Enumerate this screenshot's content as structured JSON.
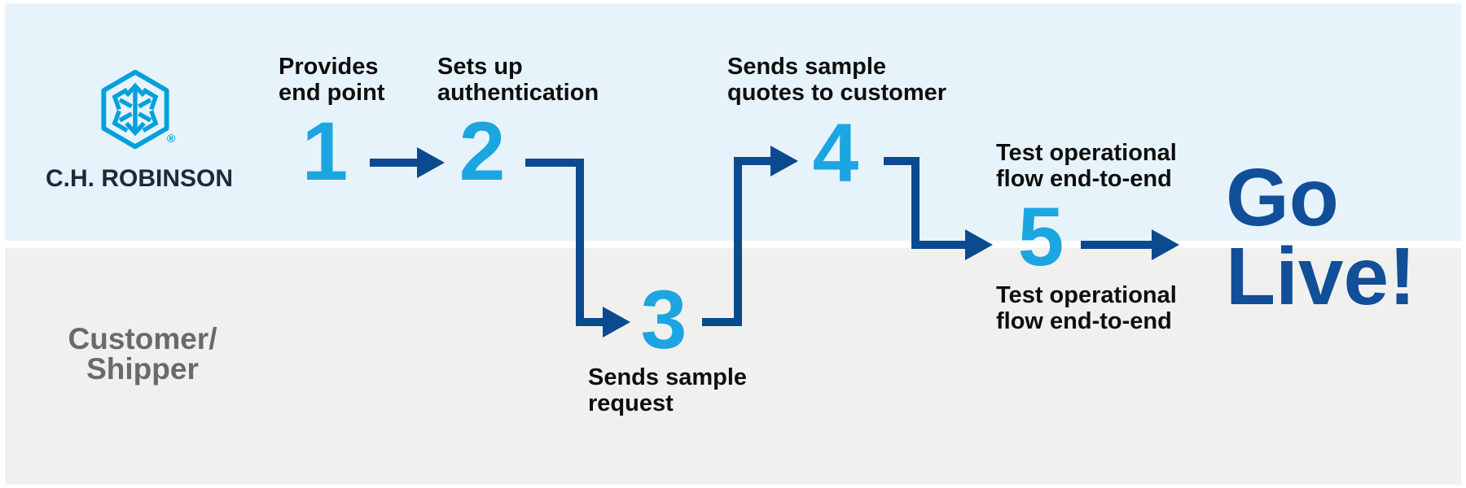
{
  "title": "C.H. Robinson API onboarding flow",
  "colors": {
    "lane_top_bg": "#E7F3FA",
    "lane_bottom_bg": "#F0F1EF",
    "divider": "#FFFFFF",
    "number_cyan": "#1CA6E1",
    "arrow_navy": "#0B4A8F",
    "go_live_navy": "#114F98",
    "logo_cyan": "#00A0DC",
    "logo_text_color": "#1C2B3A",
    "label_black": "#0E0E0E",
    "customer_gray": "#696A69"
  },
  "company_lane": {
    "logo_text": "C.H. ROBINSON",
    "registered_mark": "®"
  },
  "customer_lane": {
    "label": "Customer/\nShipper"
  },
  "steps": [
    {
      "number": "1",
      "label": "Provides\nend point",
      "lane": "company"
    },
    {
      "number": "2",
      "label": "Sets up\nauthentication",
      "lane": "company"
    },
    {
      "number": "3",
      "label": "Sends sample\nrequest",
      "lane": "customer"
    },
    {
      "number": "4",
      "label": "Sends sample\nquotes to customer",
      "lane": "company"
    },
    {
      "number": "5",
      "label_top": "Test operational\nflow end-to-end",
      "label_bottom": "Test operational\nflow end-to-end",
      "lane": "both"
    }
  ],
  "outcome": {
    "label": "Go\nLive!"
  }
}
